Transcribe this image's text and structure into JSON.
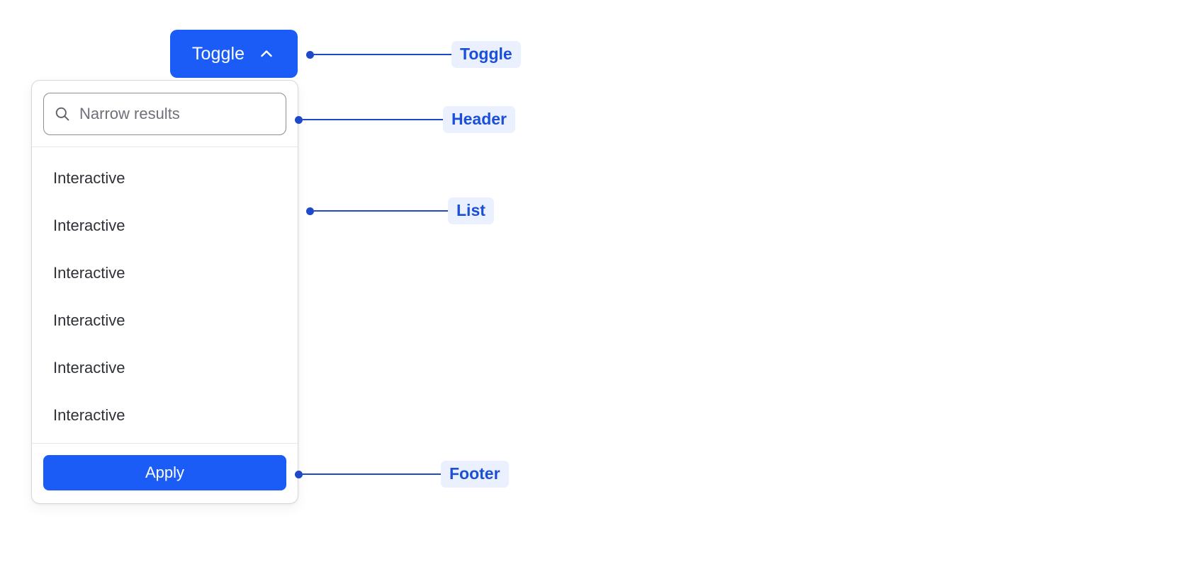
{
  "toggle": {
    "label": "Toggle",
    "icon": "chevron-up-icon"
  },
  "panel": {
    "header": {
      "search": {
        "icon": "search-icon",
        "placeholder": "Narrow results",
        "value": ""
      }
    },
    "list": {
      "items": [
        {
          "label": "Interactive"
        },
        {
          "label": "Interactive"
        },
        {
          "label": "Interactive"
        },
        {
          "label": "Interactive"
        },
        {
          "label": "Interactive"
        },
        {
          "label": "Interactive"
        }
      ]
    },
    "footer": {
      "apply_label": "Apply"
    }
  },
  "annotations": [
    {
      "label": "Toggle"
    },
    {
      "label": "Header"
    },
    {
      "label": "List"
    },
    {
      "label": "Footer"
    }
  ],
  "colors": {
    "accent_blue": "#1a5cf5",
    "annotation_blue": "#1b4fd8",
    "annotation_pill_bg": "#eaf0fe",
    "panel_border": "#d8d8dc",
    "divider": "#e7e7ea",
    "input_border": "#8b8d98",
    "text_primary": "#2f3138",
    "placeholder": "#6f7179"
  }
}
